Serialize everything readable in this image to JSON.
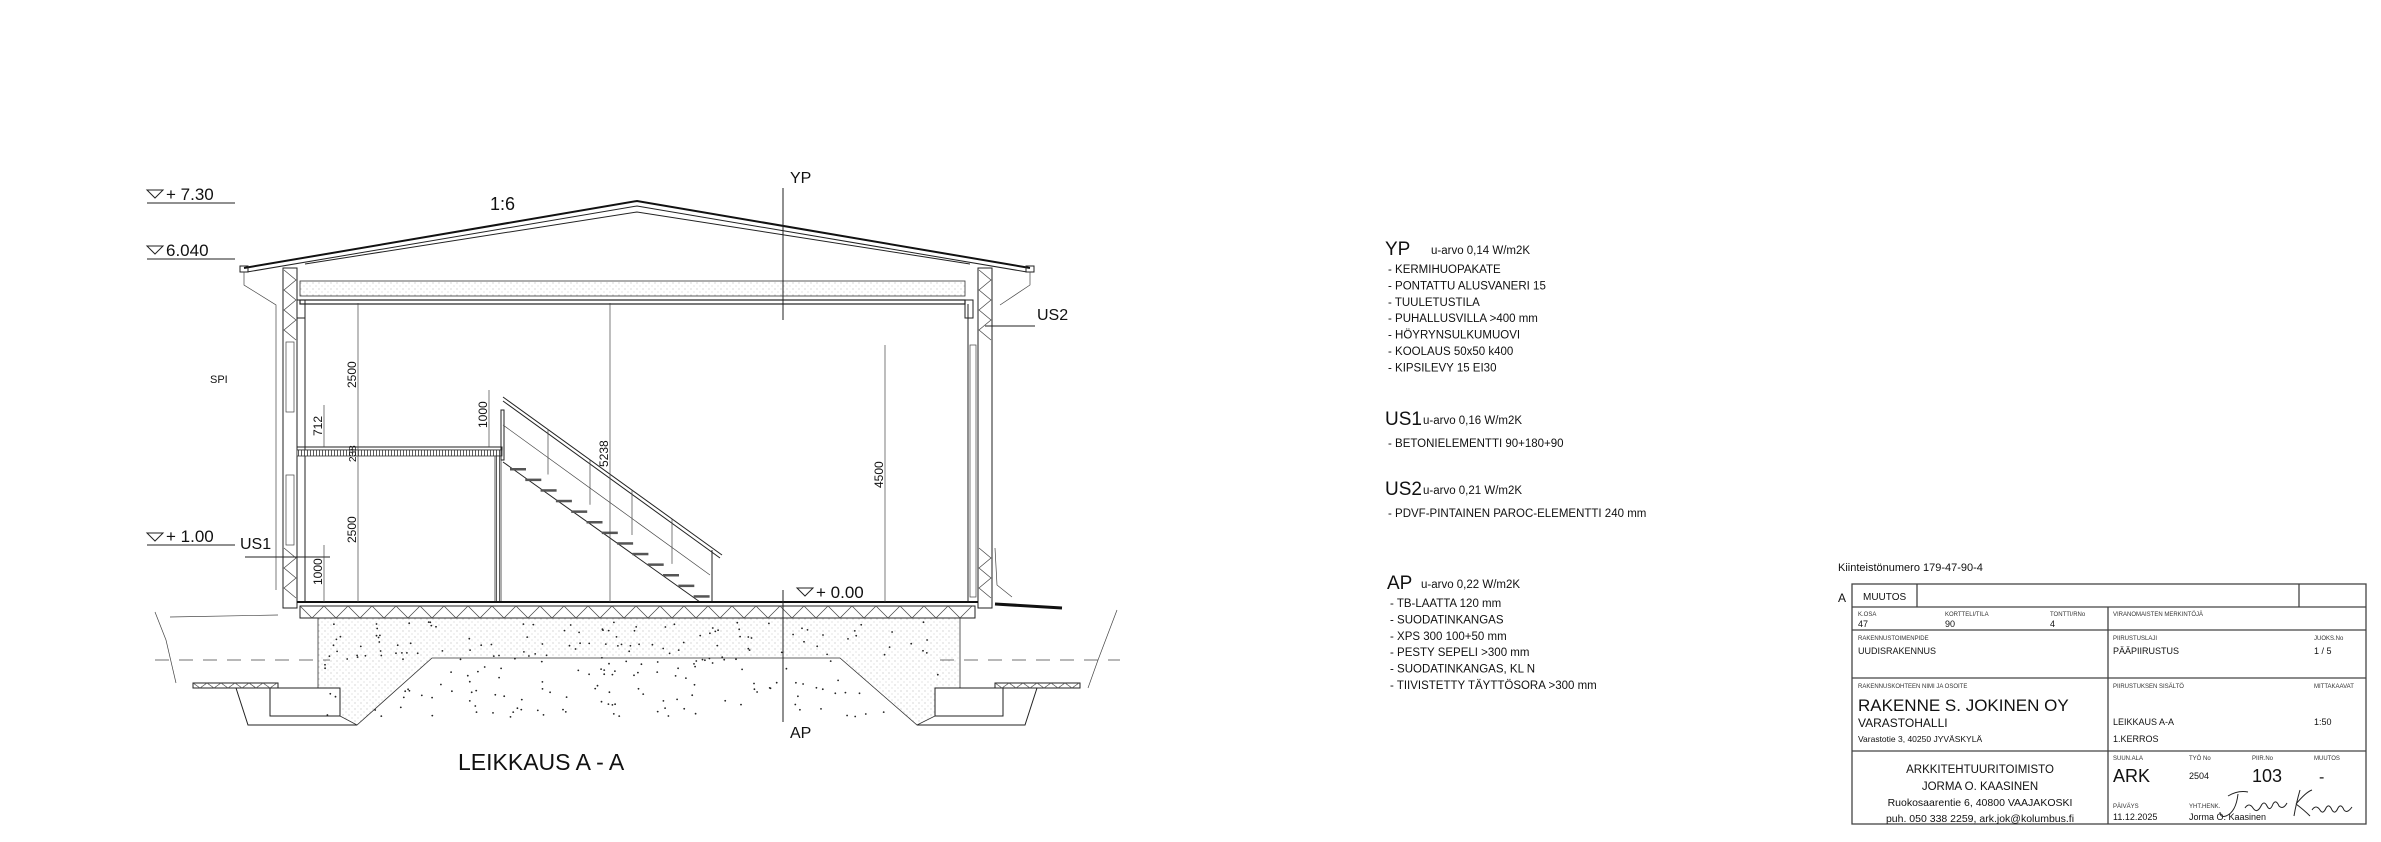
{
  "drawing": {
    "levels": [
      "+ 7.30",
      "6.040",
      "+ 1.00",
      "+ 0.00"
    ],
    "roof_slope": "1:6",
    "section_marks": {
      "top": "YP",
      "bottom": "AP"
    },
    "wall_labels": {
      "left": "US1",
      "right": "US2"
    },
    "spi_label": "SPI",
    "dimensions": {
      "upper_height": "2500",
      "rail_height_left": "712",
      "floor_thickness": "238",
      "lower_height": "2500",
      "sill_height": "1000",
      "stair_rail_height": "1000",
      "total_height": "5238",
      "wall_height": "4500"
    },
    "title": "LEIKKAUS A - A"
  },
  "structures": [
    {
      "code": "YP",
      "u_value": "u-arvo 0,14 W/m2K",
      "layers": [
        "- KERMIHUOPAKATE",
        "- PONTATTU ALUSVANERI 15",
        "- TUULETUSTILA",
        "- PUHALLUSVILLA >400 mm",
        "- HÖYRYNSULKUMUOVI",
        "- KOOLAUS 50x50 k400",
        "- KIPSILEVY 15 EI30"
      ]
    },
    {
      "code": "US1",
      "u_value": "u-arvo 0,16 W/m2K",
      "layers": [
        "- BETONIELEMENTTI 90+180+90"
      ]
    },
    {
      "code": "US2",
      "u_value": "u-arvo 0,21 W/m2K",
      "layers": [
        "- PDVF-PINTAINEN PAROC-ELEMENTTI 240 mm"
      ]
    },
    {
      "code": "AP",
      "u_value": "u-arvo 0,22 W/m2K",
      "layers": [
        "- TB-LAATTA 120 mm",
        "- SUODATINKANGAS",
        "- XPS 300  100+50 mm",
        "- PESTY SEPELI >300 mm",
        "- SUODATINKANGAS, KL N",
        "- TIIVISTETTY TÄYTTÖSORA >300  mm"
      ]
    }
  ],
  "title_block": {
    "property_number": "Kiinteistönumero  179-47-90-4",
    "revision_letter": "A",
    "revision_label": "MUUTOS",
    "k_osa_label": "K.OSA",
    "k_osa": "47",
    "kortteli_label": "KORTTELI/TILA",
    "kortteli": "90",
    "tontti_label": "TONTTI/RNo",
    "tontti": "4",
    "authority_label": "VIRANOMAISTEN MERKINTÖJÄ",
    "action_label": "RAKENNUSTOIMENPIDE",
    "action": "UUDISRAKENNUS",
    "drawing_type_label": "PIIRUSTUSLAJI",
    "drawing_type": "PÄÄPIIRUSTUS",
    "seq_label": "JUOKS.No",
    "seq": "1 / 5",
    "project_label": "RAKENNUSKOHTEEN NIMI JA OSOITE",
    "project_name": "RAKENNE S. JOKINEN OY",
    "project_building": "VARASTOHALLI",
    "project_address": "Varastotie 3, 40250  JYVÄSKYLÄ",
    "content_label": "PIIRUSTUKSEN SISÄLTÖ",
    "content_1": "LEIKKAUS A-A",
    "content_2": "1.KERROS",
    "scale_label": "MITTAKAAVAT",
    "scale": "1:50",
    "office": [
      "ARKKITEHTUURITOIMISTO",
      "JORMA O. KAASINEN",
      "Ruokosaarentie 6, 40800 VAAJAKOSKI",
      "puh. 050 338 2259, ark.jok@kolumbus.fi"
    ],
    "discipline_label": "SUUN.ALA",
    "discipline": "ARK",
    "job_label": "TYÖ No",
    "job": "2504",
    "drawing_no_label": "PIIR.No",
    "drawing_no": "103",
    "change_label": "MUUTOS",
    "change": "-",
    "date_label": "PÄIVÄYS",
    "date": "11.12.2025",
    "contact_label": "YHT.HENK.",
    "contact": "Jorma O. Kaasinen",
    "signature": "Jorma Kaasinen"
  }
}
